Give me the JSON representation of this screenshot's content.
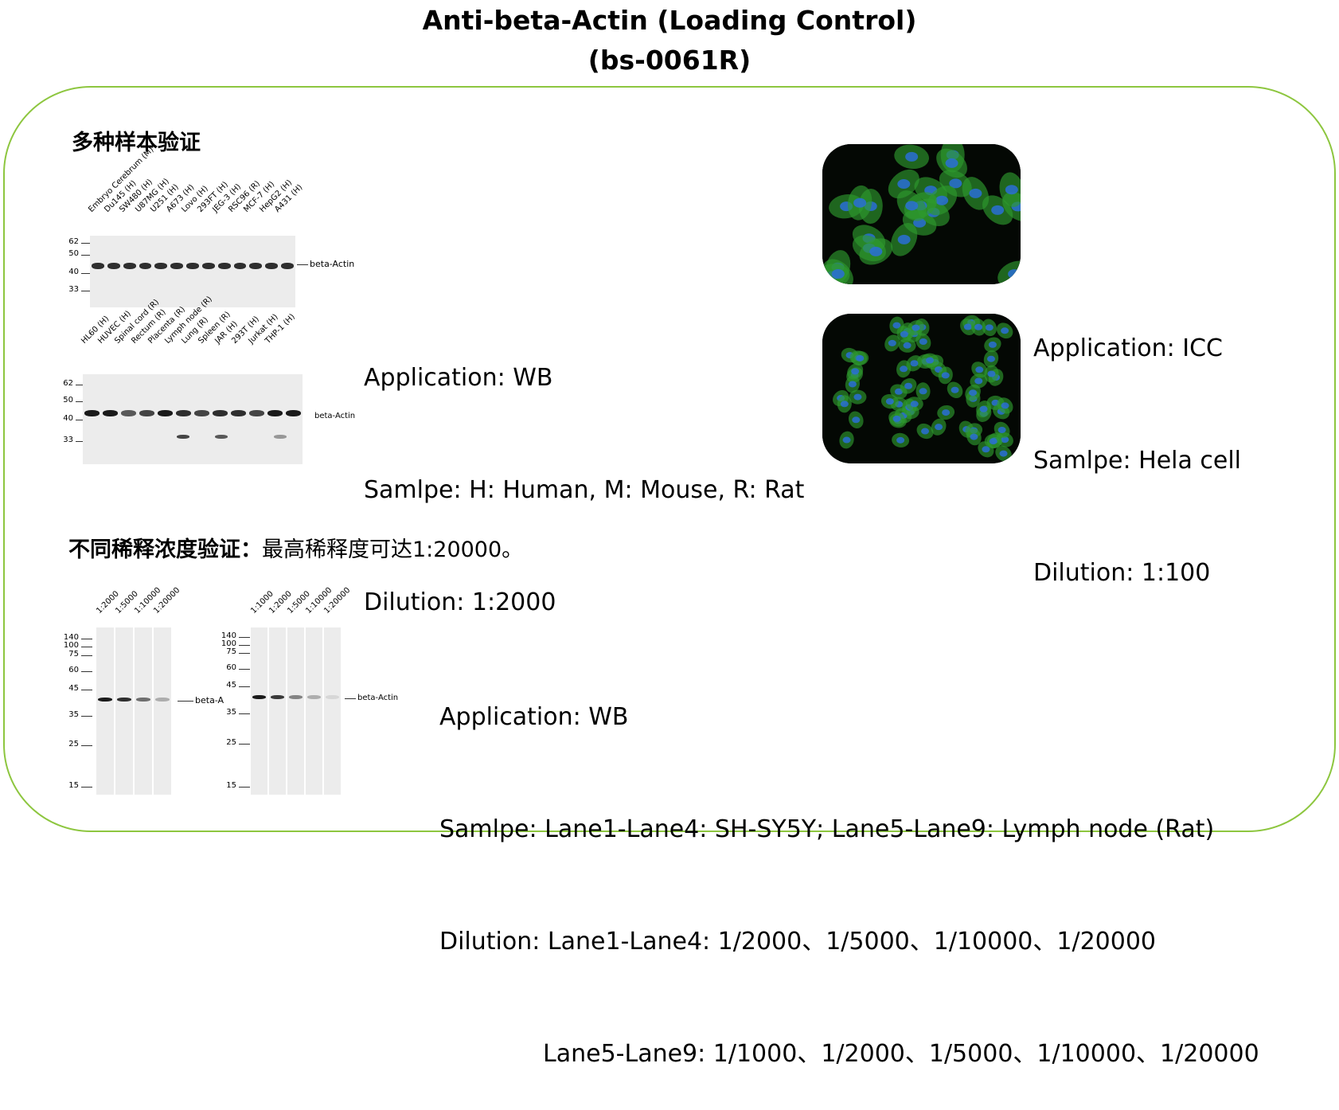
{
  "title": {
    "line1": "Anti-beta-Actin (Loading Control)",
    "line2": "(bs-0061R)"
  },
  "section1": {
    "heading": "多种样本验证",
    "blot1": {
      "lanes": [
        "Embryo Cerebrum (M)",
        "Du145 (H)",
        "SW480 (H)",
        "U87MG (H)",
        "U251 (H)",
        "A673 (H)",
        "Lovo (H)",
        "293FT (H)",
        "JEG-3 (H)",
        "RSC96 (R)",
        "MCF-7 (H)",
        "HepG2 (H)",
        "A431 (H)"
      ],
      "markers": [
        "62",
        "50",
        "40",
        "33"
      ],
      "band_label": "beta-Actin"
    },
    "blot2": {
      "lanes": [
        "HL60 (H)",
        "HUVEC (H)",
        "Spinal cord (R)",
        "Rectum (R)",
        "Placenta (R)",
        "Lymph node (R)",
        "Lung (R)",
        "Spleen (R)",
        "JAR (H)",
        "293T (H)",
        "Jurkat (H)",
        "THP-1 (H)"
      ],
      "markers": [
        "62",
        "50",
        "40",
        "33"
      ],
      "band_label": "beta-Actin"
    },
    "wb_info": {
      "application": "Application: WB",
      "sample": "Samlpe: H: Human, M: Mouse, R: Rat",
      "dilution": "Dilution: 1:2000"
    },
    "icc_info": {
      "application": "Application: ICC",
      "sample": "Samlpe: Hela cell",
      "dilution": "Dilution: 1:100"
    }
  },
  "section2": {
    "heading_bold": "不同稀释浓度验证：",
    "heading_normal": "最高稀释度可达1:20000。",
    "blot3": {
      "lanes": [
        "1:2000",
        "1:5000",
        "1:10000",
        "1:20000"
      ],
      "markers": [
        "140",
        "100",
        "75",
        "60",
        "45",
        "35",
        "25",
        "15"
      ],
      "band_label": "beta-A",
      "intensity": [
        1.0,
        0.9,
        0.6,
        0.3
      ]
    },
    "blot4": {
      "lanes": [
        "1:1000",
        "1:2000",
        "1:5000",
        "1:10000",
        "1:20000"
      ],
      "markers": [
        "140",
        "100",
        "75",
        "60",
        "45",
        "35",
        "25",
        "15"
      ],
      "band_label": "beta-Actin",
      "intensity": [
        1.0,
        0.85,
        0.5,
        0.3,
        0.1
      ]
    },
    "wb_info": {
      "application": "Application: WB",
      "sample": "Samlpe: Lane1-Lane4: SH-SY5Y; Lane5-Lane9: Lymph node (Rat)",
      "dilution1": "Dilution: Lane1-Lane4: 1/2000、1/5000、1/10000、1/20000",
      "dilution2": "Lane5-Lane9: 1/1000、1/2000、1/5000、1/10000、1/20000"
    }
  },
  "colors": {
    "frame": "#8dc63f",
    "icc_green": "#2e9a2e",
    "icc_blue": "#2a6fd6"
  }
}
